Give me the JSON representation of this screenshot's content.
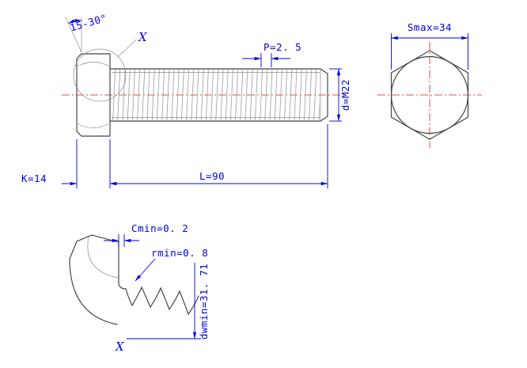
{
  "drawing": {
    "colors": {
      "dimension": "#0000e0",
      "geometry": "#404040",
      "thin": "#8c8c8c",
      "centerline": "#e01818"
    },
    "main_view": {
      "chamfer_angle": "15-30°",
      "detail_mark": "X",
      "pitch": "P=2. 5",
      "thread_diameter": "d=M22",
      "head_height": "K=14",
      "length": "L=90"
    },
    "end_view": {
      "width_across_flats": "Smax=34"
    },
    "detail_view": {
      "washer_face": "Cmin=0. 2",
      "fillet_radius": "rmin=0. 8",
      "bearing_diameter": "dwmin=31. 71",
      "detail_mark": "X"
    }
  }
}
